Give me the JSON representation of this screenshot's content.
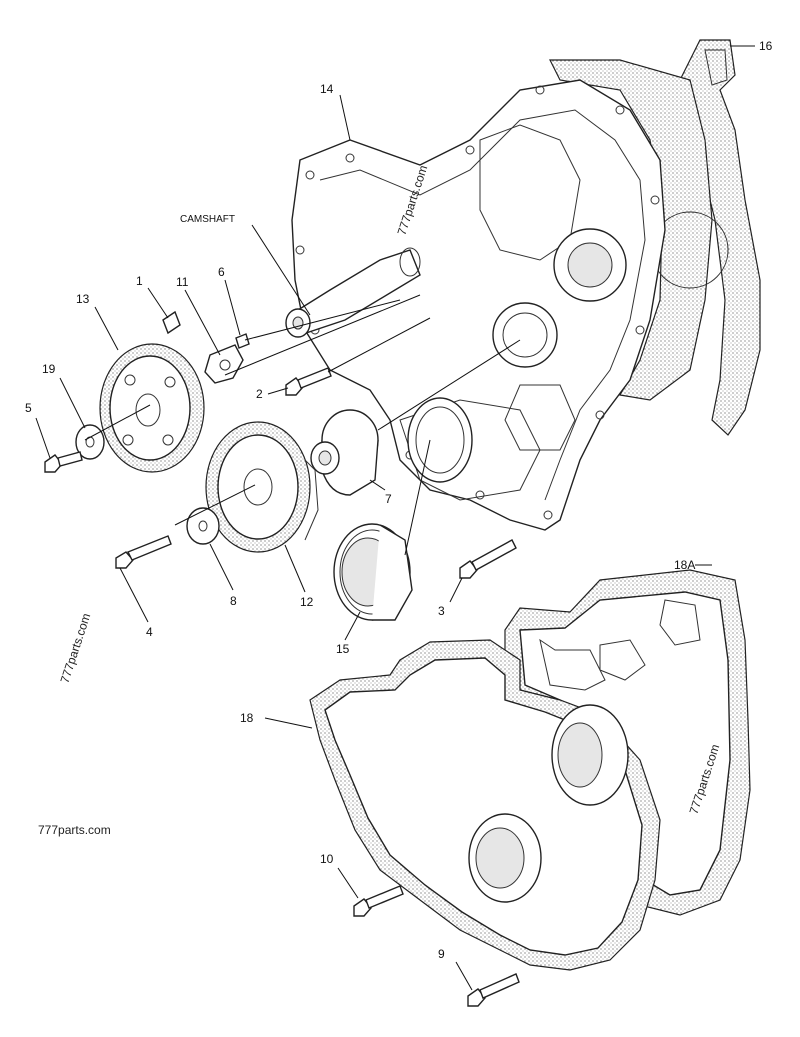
{
  "callouts": {
    "c1": "1",
    "c2": "2",
    "c3": "3",
    "c4": "4",
    "c5": "5",
    "c6": "6",
    "c7": "7",
    "c8": "8",
    "c9": "9",
    "c10": "10",
    "c11": "11",
    "c12": "12",
    "c13": "13",
    "c14": "14",
    "c15": "15",
    "c16": "16",
    "c18": "18",
    "c18a": "18A",
    "c19": "19",
    "camshaft": "CAMSHAFT"
  },
  "watermarks": {
    "w1": "777parts.com",
    "w2": "777parts.com",
    "w3": "777parts.com",
    "w4": "777parts.com"
  }
}
